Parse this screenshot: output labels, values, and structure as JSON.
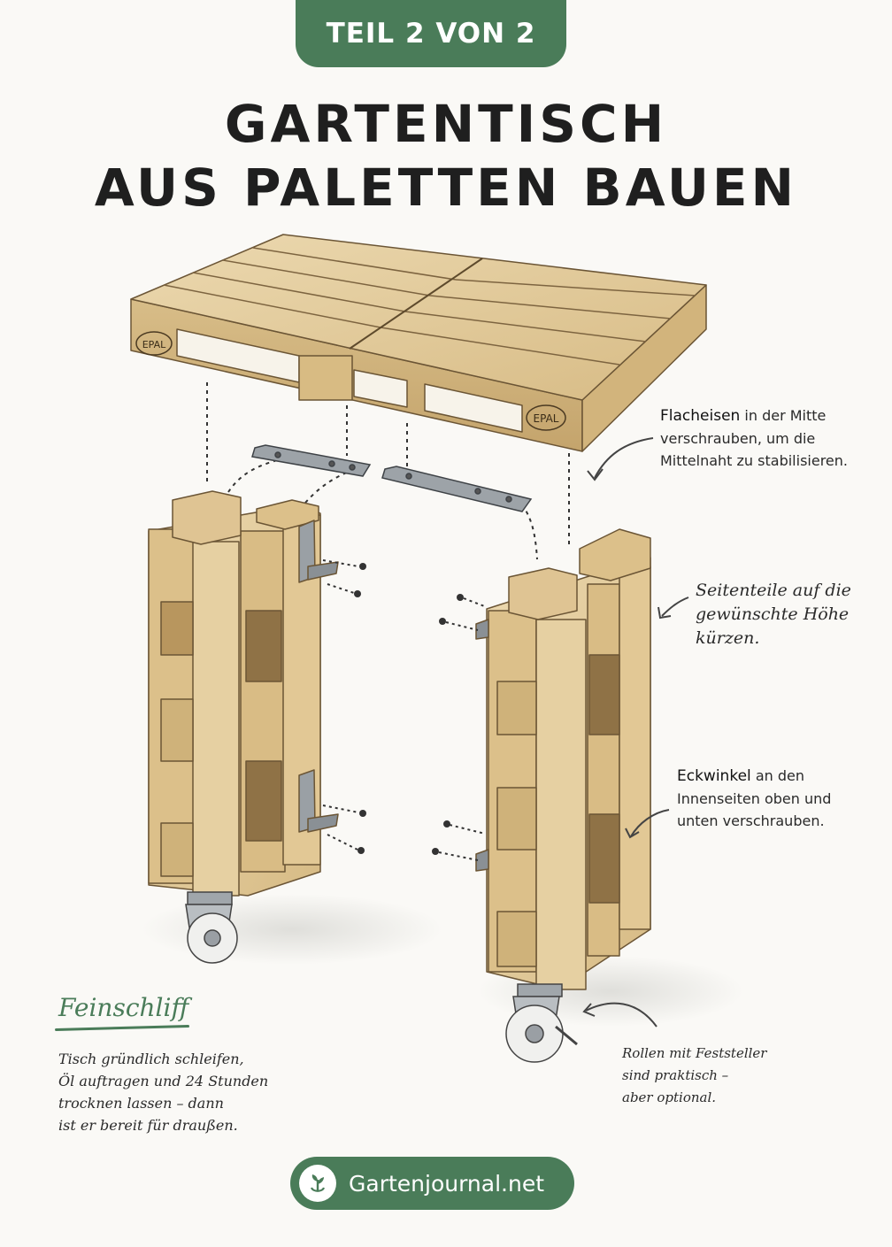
{
  "header": {
    "badge": "TEIL 2 VON 2",
    "title_line1": "GARTENTISCH",
    "title_line2": "AUS PALETTEN BAUEN"
  },
  "annotations": {
    "flacheisen": {
      "bold": "Flacheisen",
      "rest_line1": " in der Mitte",
      "line2": "verschrauben, um die",
      "line3": "Mittelnaht zu stabilisieren."
    },
    "seitenteile": {
      "line1": "Seitenteile auf die",
      "line2": "gewünschte Höhe",
      "line3": "kürzen."
    },
    "eckwinkel": {
      "bold": "Eckwinkel",
      "rest_line1": " an den",
      "line2": "Innenseiten oben und",
      "line3": "unten verschrauben."
    },
    "rollen": {
      "line1": "Rollen mit Feststeller",
      "line2": "sind praktisch –",
      "line3": "aber optional."
    }
  },
  "pallet_stamps": [
    "EPAL",
    "EPAL"
  ],
  "finishing": {
    "heading": "Feinschliff",
    "line1": "Tisch gründlich schleifen,",
    "line2": "Öl auftragen und 24 Stunden",
    "line3": "trocknen lassen – dann",
    "line4": "ist er bereit für draußen."
  },
  "footer": {
    "brand": "Gartenjournal.net",
    "logo_icon": "plant-icon"
  },
  "colors": {
    "accent": "#4a7c59",
    "wood": "#e4cfa2",
    "wood_dark": "#c9ab74",
    "metal": "#8e9499"
  }
}
